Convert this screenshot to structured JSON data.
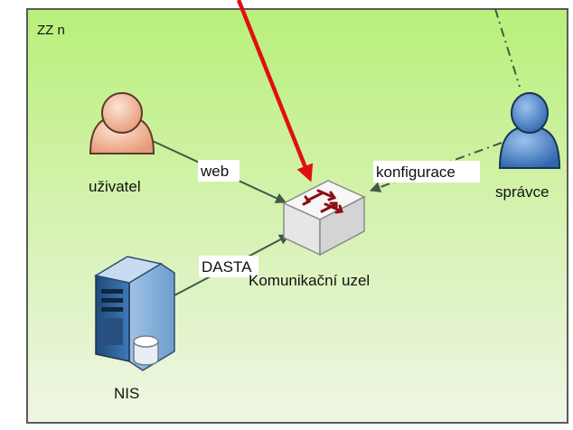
{
  "zone": {
    "title": "ZZ n"
  },
  "nodes": {
    "user": {
      "label": "uživatel"
    },
    "admin": {
      "label": "správce"
    },
    "switch": {
      "label": "Komunikační uzel"
    },
    "server": {
      "label": "NIS"
    }
  },
  "edges": {
    "web": {
      "label": "web"
    },
    "config": {
      "label": "konfigurace"
    },
    "dasta": {
      "label": "DASTA"
    }
  },
  "colors": {
    "zone_fill_top": "#b8f07a",
    "zone_fill_bottom": "#eef6e4",
    "zone_border": "#5a5a5a",
    "highlight_arrow": "#e01010",
    "connector": "#3f5a45",
    "user_skin": "#f3b89c",
    "admin_blue": "#4f86c8"
  },
  "icons": {
    "user": "person-icon",
    "admin": "person-icon",
    "switch": "network-switch-icon",
    "server": "server-database-icon"
  }
}
